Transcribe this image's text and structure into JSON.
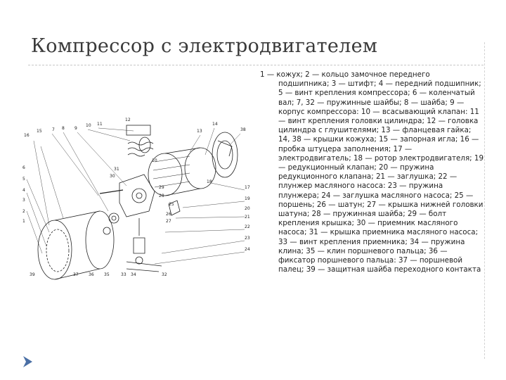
{
  "slide": {
    "title": "Компрессор с электродвигателем",
    "caption_first": "1 — кожух; 2 — кольцо замочное переднего",
    "caption_body": "подшипника; 3 — штифт; 4 — передний подшипник; 5 — винт крепления компрессора; 6 — коленчатый вал; 7, 32 — пружинные шайбы; 8 — шайба; 9 — корпус компрессора: 10 — всасывающий клапан: 11 — винт крепления головки цилиндра; 12 — головка цилиндра с глушителями; 13 — фланцевая гайка; 14, 38 — крышки кожуха; 15 — запорная игла; 16 — пробка штуцера заполнения; 17 — электродвигатель; 18 — ротор электродвигателя; 19 — редукционный клапан; 20 — пружина редукционного клапана; 21 — заглушка; 22 — плунжер масляного насоса: 23 — пружина плунжера; 24 — заглушка масляного насоса; 25 — поршень; 26 — шатун; 27 — крышка нижней головки шатуна; 28 — пружинная шайба; 29 — болт крепления крышка; 30 — приемник масляного насоса; 31 — крышка приемника масляного насоса; 33 — винт крепления приемника; 34 — пружина клина; 35 — клин поршневого пальца; 36 — фиксатор поршневого пальца: 37 — поршневой палец; 39 — защитная шайба переходного контакта"
  },
  "diagram_labels": {
    "n1": "1",
    "n2": "2",
    "n3": "3",
    "n4": "4",
    "n5": "5",
    "n6": "6",
    "n7": "7",
    "n8": "8",
    "n9": "9",
    "n10": "10",
    "n11": "11",
    "n12": "12",
    "n13": "13",
    "n14": "14",
    "n15": "15",
    "n16": "16",
    "n17": "17",
    "n18": "18",
    "n19": "19",
    "n20": "20",
    "n21": "21",
    "n22": "22",
    "n23": "23",
    "n24": "24",
    "n25": "25",
    "n26": "26",
    "n27": "27",
    "n28": "28",
    "n29": "29",
    "n30": "30",
    "n31": "31",
    "n32": "32",
    "n33": "33",
    "n34": "34",
    "n35": "35",
    "n36": "36",
    "n37": "37",
    "n38": "38",
    "n39": "39"
  },
  "icons": {
    "next": "play-arrow-icon"
  },
  "colors": {
    "nav_arrow": "#4a6fa5"
  }
}
